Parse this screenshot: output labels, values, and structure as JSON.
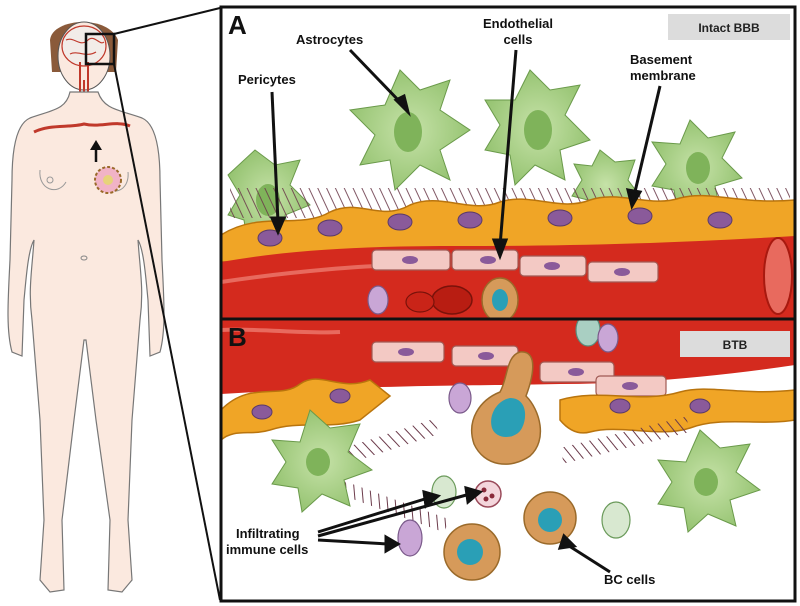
{
  "panels": {
    "a": {
      "letter": "A",
      "badge": "Intact BBB"
    },
    "b": {
      "letter": "B",
      "badge": "BTB"
    }
  },
  "labels": {
    "astrocytes": "Astrocytes",
    "endothelial_line1": "Endothelial",
    "endothelial_line2": "cells",
    "basement_line1": "Basement",
    "basement_line2": "membrane",
    "pericytes": "Pericytes",
    "infiltrating_line1": "Infiltrating",
    "infiltrating_line2": "immune cells",
    "bc_cells": "BC cells"
  },
  "colors": {
    "vessel": "#d42a1e",
    "vessel_dark": "#a8190f",
    "endothelial": "#f3c9c4",
    "astrocyte": "#a9cf86",
    "pericyte": "#f0a526",
    "pericyte_nucleus": "#8a5a9a",
    "bc_cell": "#d69a5a",
    "bc_nucleus": "#2a9fb6",
    "skin": "#fbe9df",
    "frame": "#111111",
    "badge_bg": "#dcdcdc"
  }
}
